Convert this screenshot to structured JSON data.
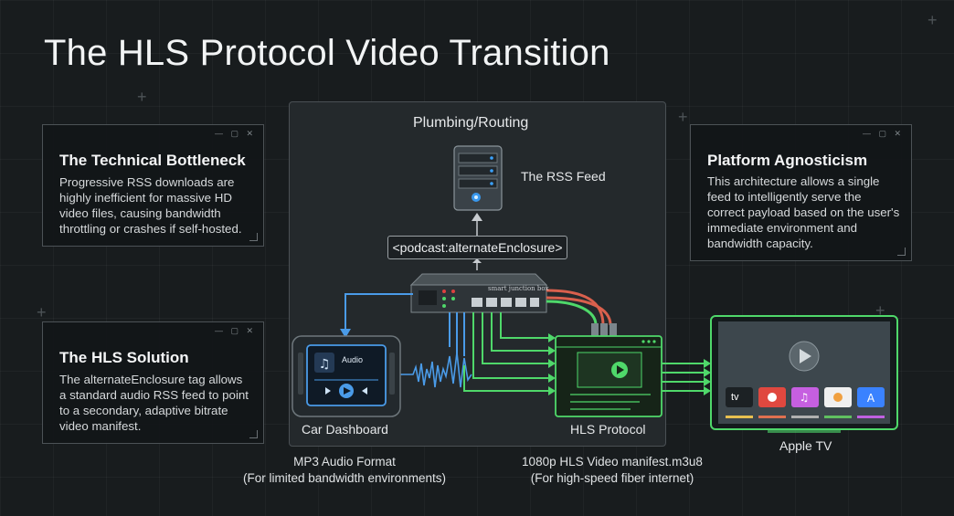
{
  "title": "The HLS Protocol Video Transition",
  "panels": {
    "bottleneck": {
      "heading": "The Technical Bottleneck",
      "body": "Progressive RSS downloads are highly inefficient for massive HD video files, causing bandwidth throttling or crashes if self-hosted."
    },
    "solution": {
      "heading": "The HLS Solution",
      "body": "The alternateEnclosure tag allows a standard audio RSS feed to point to a secondary, adaptive bitrate video manifest."
    },
    "agnosticism": {
      "heading": "Platform Agnosticism",
      "body": "This architecture allows a single feed to intelligently serve the correct payload based on the user's immediate environment and bandwidth capacity."
    }
  },
  "diagram": {
    "section_label": "Plumbing/Routing",
    "rss_feed_label": "The RSS Feed",
    "tag_label": "<podcast:alternateEnclosure>",
    "junction_label": "smart junction box",
    "car_label": "Car Dashboard",
    "car_screen_title": "Audio",
    "hls_label": "HLS Protocol",
    "apple_tv_label": "Apple TV",
    "audio_caption_line1": "MP3 Audio Format",
    "audio_caption_line2": "(For limited bandwidth environments)",
    "video_caption_line1": "1080p HLS Video manifest.m3u8",
    "video_caption_line2": "(For high-speed fiber internet)",
    "tv_app_tv": "tv"
  },
  "colors": {
    "audio_route": "#4a9be8",
    "video_route": "#4fd86a",
    "red_cable": "#d9604d",
    "server_led": "#3aa2ff"
  }
}
